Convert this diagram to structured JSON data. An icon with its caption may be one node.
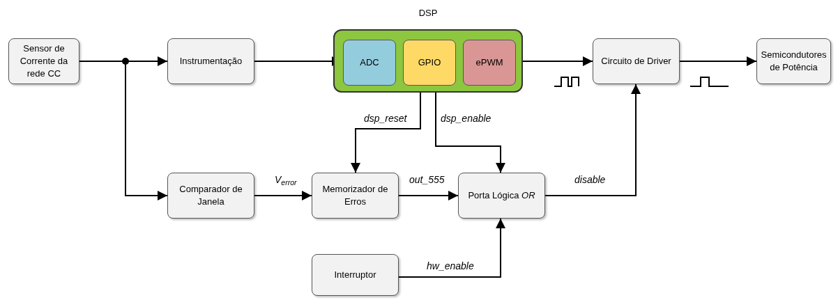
{
  "diagram": {
    "nodes": [
      {
        "text": [
          "Sensor de Corrente da rede CC"
        ]
      },
      {
        "text": [
          "Instrumentação"
        ]
      },
      {
        "text": [
          "DSP"
        ]
      },
      {
        "text": [
          "ADC"
        ],
        "in": 2
      },
      {
        "text": [
          "GPIO"
        ],
        "in": 2
      },
      {
        "text": [
          "ePWM"
        ],
        "in": 2
      },
      {
        "text": [
          "Circuito de Driver"
        ]
      },
      {
        "text": [
          "Semicondutores de Potência"
        ]
      },
      {
        "text": [
          "Comparador de Janela"
        ]
      },
      {
        "text": [
          "Memorizador de Erros"
        ]
      },
      {
        "text": [
          "Porta Lógica *OR*"
        ]
      },
      {
        "text": [
          "Interruptor"
        ]
      }
    ],
    "edges": [
      {
        "from": 0,
        "to": 1,
        "arrow": "to"
      },
      {
        "from": 0,
        "to": 8,
        "arrow": "to"
      },
      {
        "from": 1,
        "to": 3,
        "arrow": "to"
      },
      {
        "from": 5,
        "to": 6,
        "arrow": "to"
      },
      {
        "from": 6,
        "to": 7,
        "arrow": "to"
      },
      {
        "from": 4,
        "to": 9,
        "arrow": "to",
        "label": "dsp_reset"
      },
      {
        "from": 4,
        "to": 10,
        "arrow": "to",
        "label": "dsp_enable"
      },
      {
        "from": 8,
        "to": 9,
        "arrow": "to",
        "label": "V$_{error}$"
      },
      {
        "from": 9,
        "to": 10,
        "arrow": "to",
        "label": "out_555"
      },
      {
        "from": 10,
        "to": 6,
        "arrow": "to",
        "label": "disable"
      },
      {
        "from": 11,
        "to": 10,
        "arrow": "to",
        "label": "hw_enable"
      }
    ]
  }
}
